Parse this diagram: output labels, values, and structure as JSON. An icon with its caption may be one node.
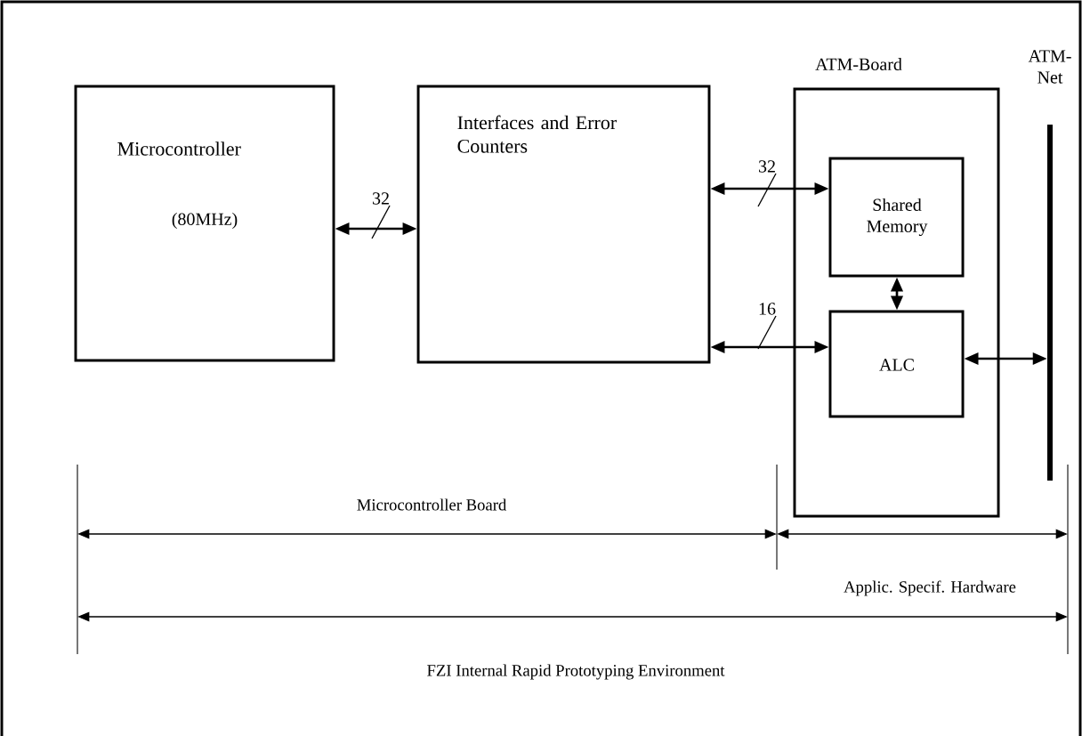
{
  "diagram": {
    "nodes": [
      {
        "text": [
          "Microcontroller",
          "(80MHz)"
        ]
      },
      {
        "text": [
          "Interfaces and Error Counters"
        ]
      },
      {
        "text": [
          "ATM-Board"
        ]
      },
      {
        "text": [
          "Shared Memory"
        ],
        "in": 2
      },
      {
        "text": [
          "ALC"
        ],
        "in": 2
      },
      {
        "text": [
          "ATM-Net"
        ]
      }
    ],
    "edges": [
      {
        "from": 0,
        "to": 1,
        "arrow": "both",
        "label": "32"
      },
      {
        "from": 1,
        "to": 3,
        "arrow": "both",
        "label": "32"
      },
      {
        "from": 1,
        "to": 4,
        "arrow": "both",
        "label": "16"
      },
      {
        "from": 3,
        "to": 4,
        "arrow": "both"
      },
      {
        "from": 4,
        "to": 5,
        "arrow": "both"
      }
    ],
    "labels": [
      "Microcontroller Board",
      "Applic. Specif. Hardware",
      "FZI Internal Rapid Prototyping Environment"
    ]
  }
}
